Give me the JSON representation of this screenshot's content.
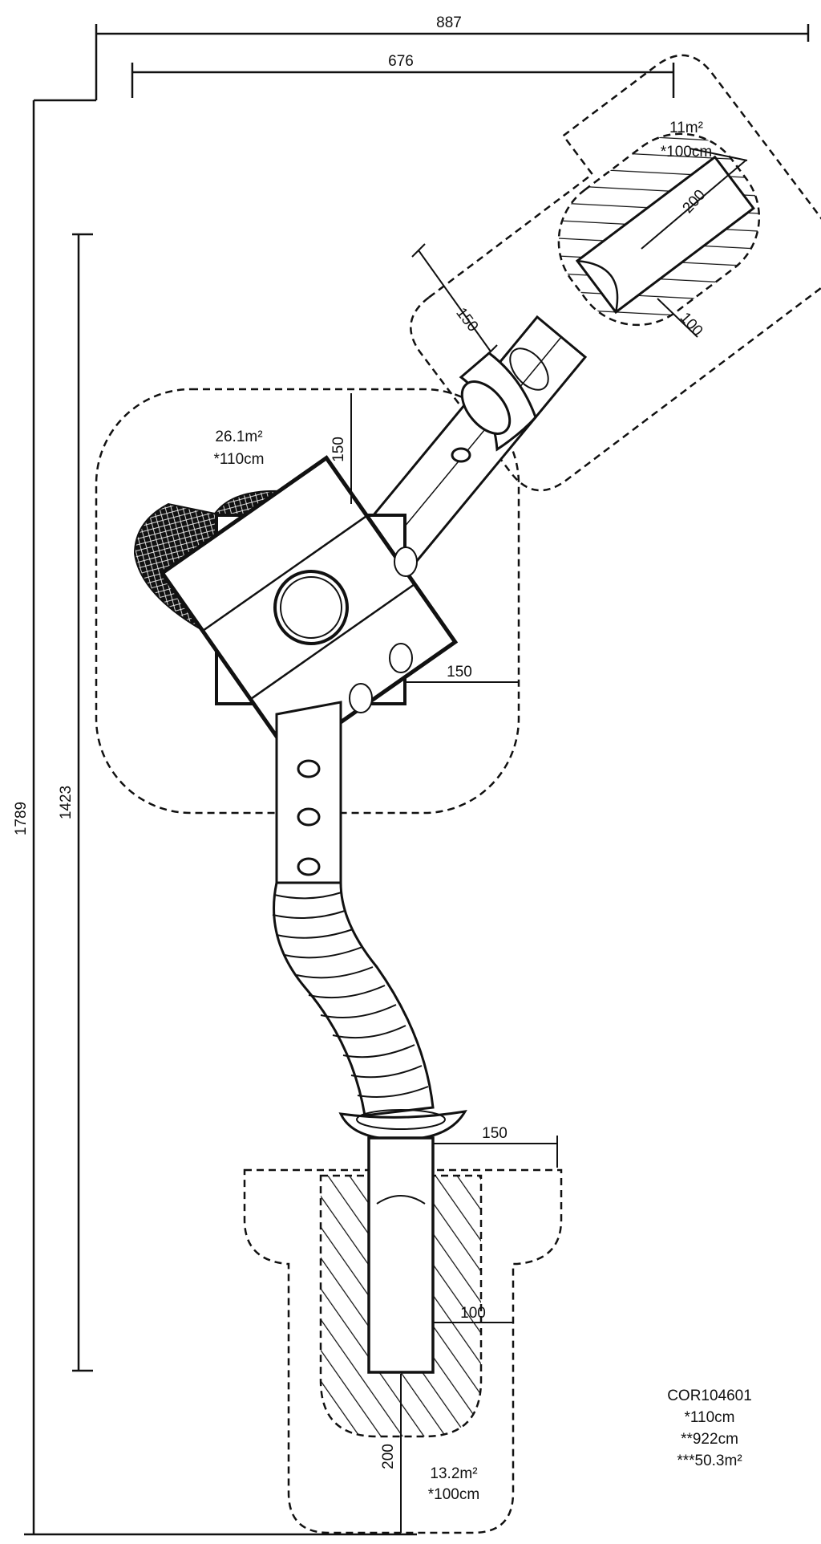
{
  "product": {
    "code": "COR104601",
    "spec_fall_height": "*110cm",
    "spec_length": "**922cm",
    "spec_total_area": "***50.3m²"
  },
  "overall": {
    "width_outer": "887",
    "width_inner": "676",
    "height_outer": "1789",
    "height_inner": "1423"
  },
  "zones": {
    "top": {
      "area": "11m²",
      "fall_height": "*100cm",
      "dim_a": "200",
      "dim_b": "150",
      "dim_c": "100"
    },
    "middle": {
      "area": "26.1m²",
      "fall_height": "*110cm",
      "dim_top": "150",
      "dim_right": "150"
    },
    "bottom": {
      "area": "13.2m²",
      "fall_height": "*100cm",
      "dim_top": "150",
      "dim_side": "100",
      "dim_bottom": "200"
    }
  }
}
